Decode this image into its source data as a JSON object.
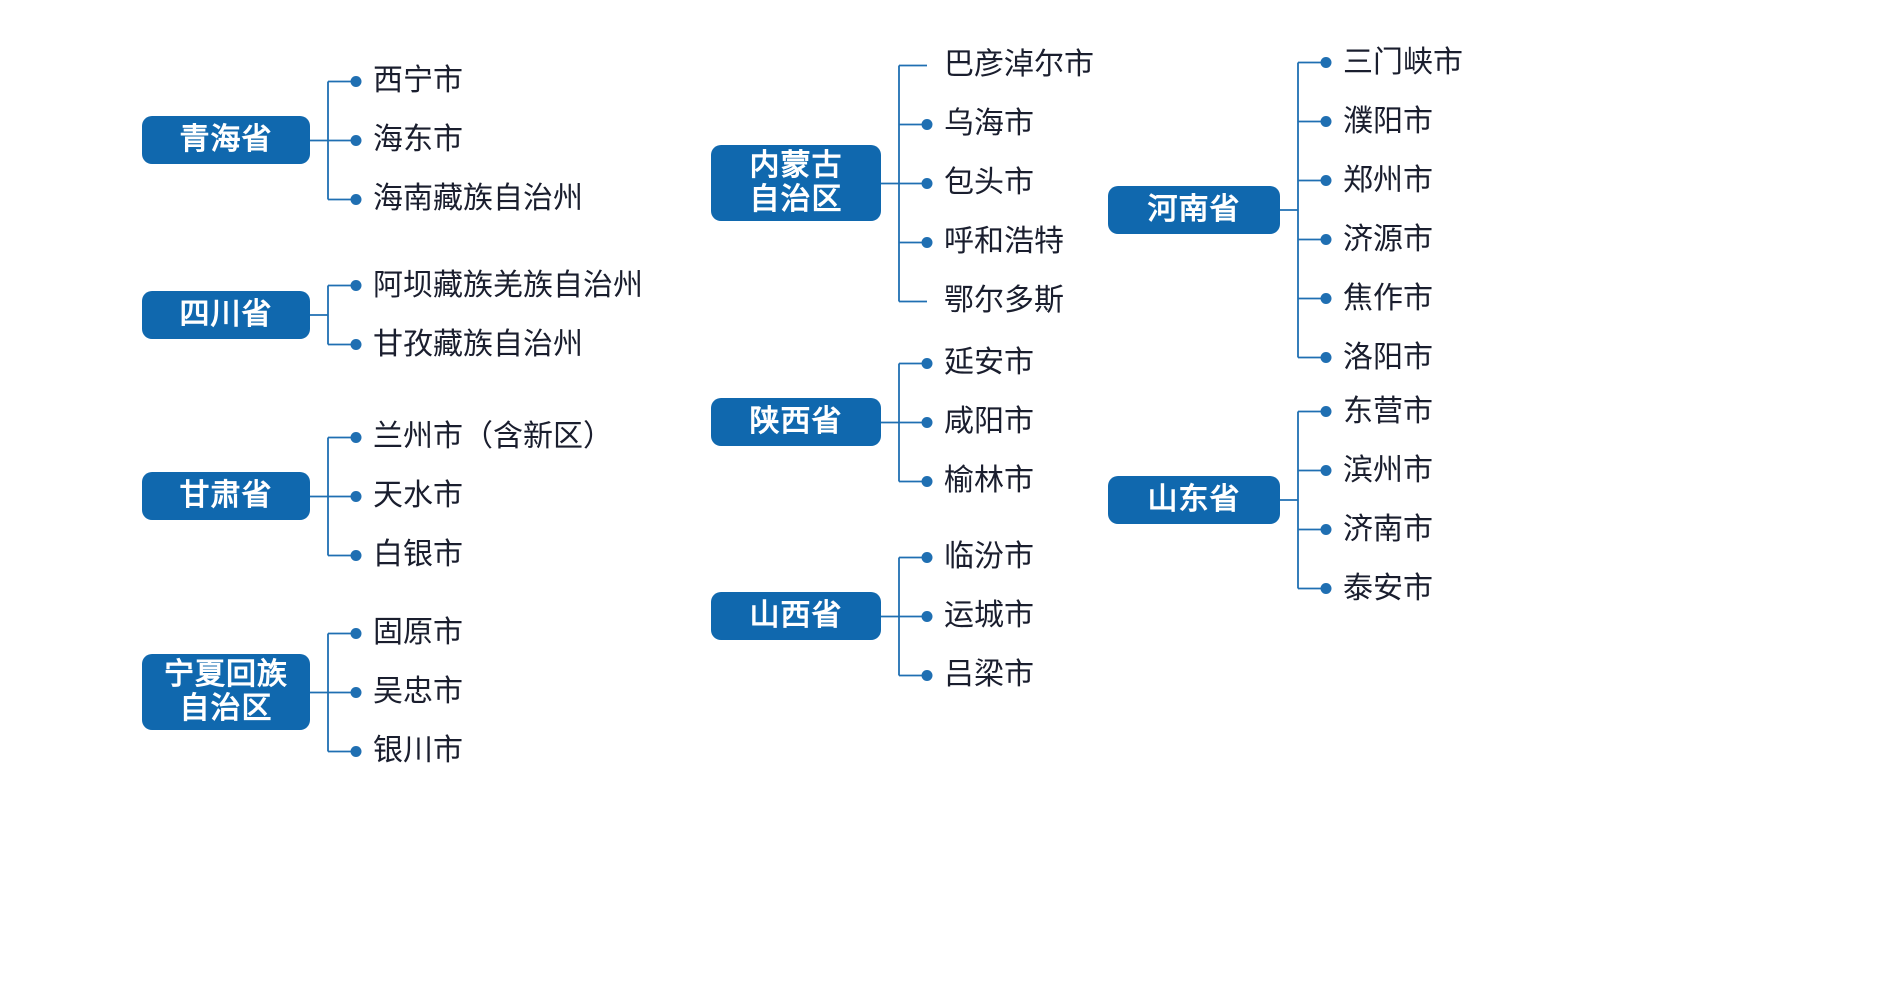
{
  "diagram": {
    "type": "tree-map",
    "title": "",
    "colors": {
      "chip_background": "#1068AE",
      "chip_text": "#FFFFFF",
      "connector_line": "#1F6FB2",
      "connector_dot": "#1F6FB2",
      "child_text": "#1A1E2E",
      "page_background": "#FFFFFF"
    }
  },
  "columns": [
    {
      "name": "left-column",
      "groups": [
        {
          "province": "青海省",
          "children": [
            "西宁市",
            "海东市",
            "海南藏族自治州"
          ]
        },
        {
          "province": "四川省",
          "children": [
            "阿坝藏族羌族自治州",
            "甘孜藏族自治州"
          ]
        },
        {
          "province": "甘肃省",
          "children": [
            "兰州市（含新区）",
            "天水市",
            "白银市"
          ]
        },
        {
          "province": "宁夏回族\n自治区",
          "children": [
            "固原市",
            "吴忠市",
            "银川市"
          ]
        }
      ]
    },
    {
      "name": "middle-column",
      "groups": [
        {
          "province": "内蒙古\n自治区",
          "children": [
            "巴彦淖尔市",
            "乌海市",
            "包头市",
            "呼和浩特",
            "鄂尔多斯"
          ]
        },
        {
          "province": "陕西省",
          "children": [
            "延安市",
            "咸阳市",
            "榆林市"
          ]
        },
        {
          "province": "山西省",
          "children": [
            "临汾市",
            "运城市",
            "吕梁市"
          ]
        }
      ]
    },
    {
      "name": "right-column",
      "groups": [
        {
          "province": "河南省",
          "children": [
            "三门峡市",
            "濮阳市",
            "郑州市",
            "济源市",
            "焦作市",
            "洛阳市"
          ]
        },
        {
          "province": "山东省",
          "children": [
            "东营市",
            "滨州市",
            "济南市",
            "泰安市"
          ]
        }
      ]
    }
  ]
}
